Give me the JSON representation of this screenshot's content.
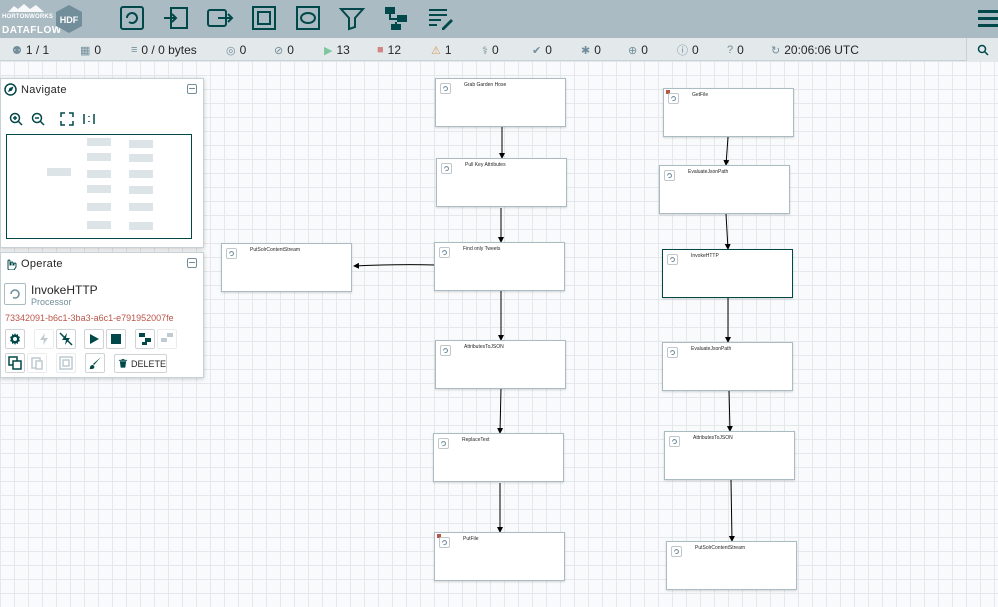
{
  "brand": {
    "top_text": "HORTONWORKS",
    "bottom_text": "DATAFLOW",
    "badge": "HDF"
  },
  "toolbar": {
    "icons": [
      "processor-icon",
      "input-port-icon",
      "output-port-icon",
      "process-group-icon",
      "remote-process-group-icon",
      "funnel-icon",
      "template-icon",
      "label-icon"
    ]
  },
  "status": {
    "cluster": "1 / 1",
    "transmitting": "0",
    "queued": "0 / 0 bytes",
    "active_threads": "0",
    "not_transmitting": "0",
    "running": "13",
    "stopped": "12",
    "invalid": "1",
    "disabled": "0",
    "up_to_date": "0",
    "locally_modified": "0",
    "stale": "0",
    "locally_modified_stale": "0",
    "sync_failure": "0",
    "refresh_time": "20:06:06 UTC"
  },
  "navigate": {
    "title": "Navigate"
  },
  "operate": {
    "title": "Operate",
    "component_name": "InvokeHTTP",
    "component_type": "Processor",
    "component_id": "73342091-b6c1-3ba3-a6c1-e791952007fe",
    "delete_label": "DELETE"
  },
  "processors": [
    {
      "name": "Grab Garden Hose",
      "invalid": false,
      "selected": false
    },
    {
      "name": "Pull Key Attributes",
      "invalid": false,
      "selected": false
    },
    {
      "name": "Find only Tweets",
      "invalid": false,
      "selected": false
    },
    {
      "name": "PutSolrContentStream",
      "invalid": false,
      "selected": false
    },
    {
      "name": "AttributesToJSON",
      "invalid": false,
      "selected": false
    },
    {
      "name": "ReplaceText",
      "invalid": false,
      "selected": false
    },
    {
      "name": "PutFile",
      "invalid": true,
      "selected": false
    },
    {
      "name": "GetFile",
      "invalid": true,
      "selected": false
    },
    {
      "name": "EvaluateJsonPath",
      "invalid": false,
      "selected": false
    },
    {
      "name": "InvokeHTTP",
      "invalid": false,
      "selected": true
    },
    {
      "name": "EvaluateJsonPath",
      "invalid": false,
      "selected": false
    },
    {
      "name": "AttributesToJSON",
      "invalid": false,
      "selected": false
    },
    {
      "name": "PutSolrContentStream",
      "invalid": false,
      "selected": false
    }
  ],
  "colors": {
    "header_bg": "#aabbc3",
    "accent": "#004849",
    "running": "#7dc7a0",
    "stopped": "#d18686",
    "invalid": "#cf9f5d",
    "id_text": "#ba554a"
  }
}
